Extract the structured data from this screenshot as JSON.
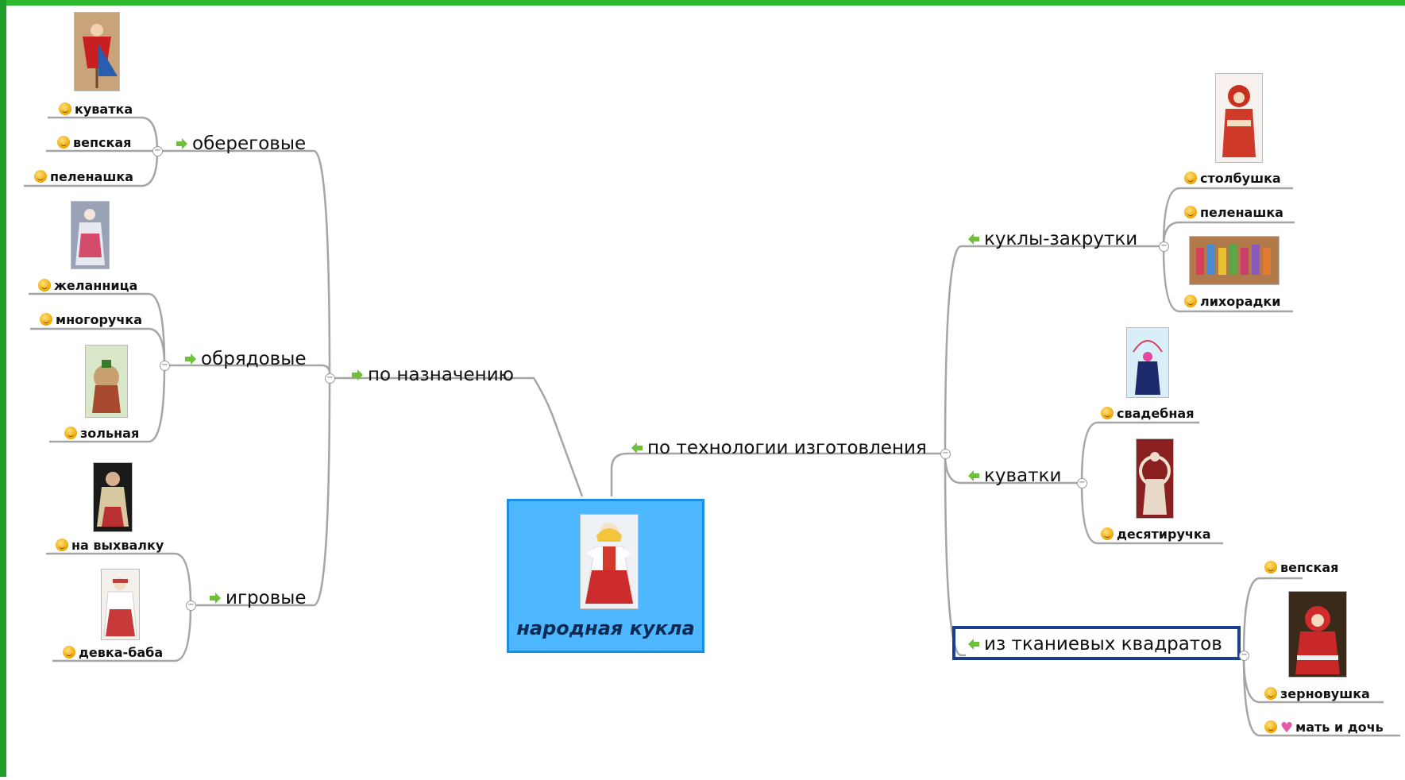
{
  "central": {
    "label": "народная кукла",
    "image": "doll-picture"
  },
  "branches": {
    "purpose": {
      "label": "по назначению"
    },
    "technology": {
      "label": "по технологии изготовления"
    },
    "protective": {
      "label": "обереговые",
      "items": [
        "куватка",
        "вепская",
        "пеленашка"
      ]
    },
    "ritual": {
      "label": "обрядовые",
      "items": [
        "желанница",
        "многоручка",
        "зольная"
      ]
    },
    "play": {
      "label": "игровые",
      "items": [
        "на выхвалку",
        "девка-баба"
      ]
    },
    "wrapped": {
      "label": "куклы-закрутки",
      "items": [
        "столбушка",
        "пеленашка",
        "лихорадки"
      ]
    },
    "kuvatki": {
      "label": "куватки",
      "items": [
        "свадебная",
        "десятиручка"
      ]
    },
    "fabric": {
      "label": "из тканиевых квадратов",
      "items": [
        "вепская",
        "зерновушка",
        "мать и дочь"
      ]
    }
  },
  "icons": {
    "topic": "green-arrow-icon",
    "leaf": "smiley-icon",
    "extra": "heart-icon",
    "toggle": "collapse-minus-icon"
  },
  "colors": {
    "frame": "#2eb82e",
    "central_fill": "#4db8ff",
    "central_border": "#1a8fe6",
    "selection": "#1b3f8f",
    "connector": "#a0a0a0"
  }
}
